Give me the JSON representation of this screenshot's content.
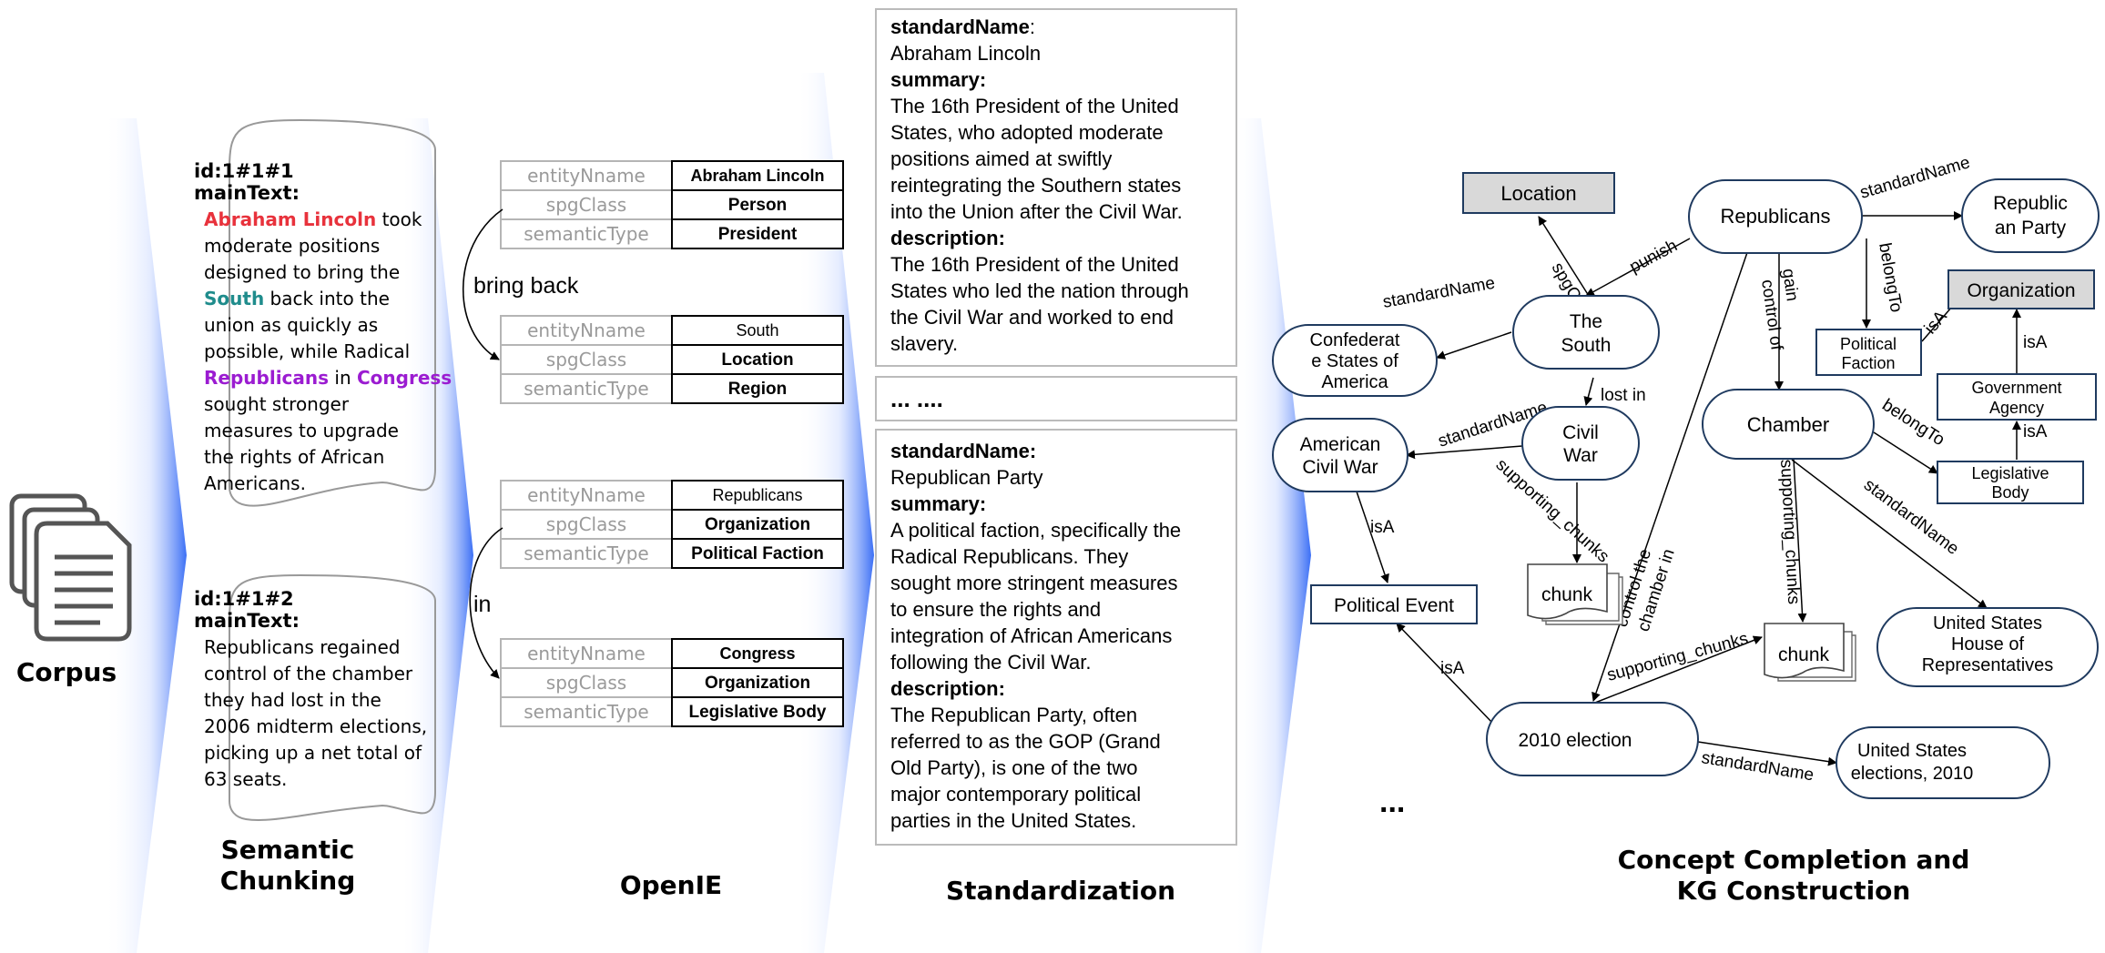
{
  "colors": {
    "accent_red": "#e8323c",
    "accent_teal": "#1f8c8c",
    "accent_purple": "#9b1cd1",
    "grey_label": "#9a9a9a",
    "box_fill_grey": "#d9d9d9",
    "stage_blue": "#3b6ff5"
  },
  "stages": {
    "corpus": "Corpus",
    "chunking_line1": "Semantic",
    "chunking_line2": "Chunking",
    "openie": "OpenIE",
    "standardization": "Standardization",
    "kg_line1": "Concept Completion and",
    "kg_line2": "KG Construction"
  },
  "chunks": [
    {
      "id": "id:1#1#1",
      "main_label": "mainText:",
      "lines": [
        [
          {
            "t": "Abraham Lincoln",
            "c": "red"
          },
          {
            "t": " took",
            "c": "black"
          }
        ],
        [
          {
            "t": "moderate positions",
            "c": "black"
          }
        ],
        [
          {
            "t": "designed to bring the",
            "c": "black"
          }
        ],
        [
          {
            "t": "South",
            "c": "teal"
          },
          {
            "t": " back into the",
            "c": "black"
          }
        ],
        [
          {
            "t": "union as quickly as",
            "c": "black"
          }
        ],
        [
          {
            "t": "possible, while Radical",
            "c": "black"
          }
        ],
        [
          {
            "t": "Republicans",
            "c": "purple"
          },
          {
            "t": " in ",
            "c": "black"
          },
          {
            "t": "Congress",
            "c": "purple"
          }
        ],
        [
          {
            "t": "sought stronger",
            "c": "black"
          }
        ],
        [
          {
            "t": "measures to upgrade",
            "c": "black"
          }
        ],
        [
          {
            "t": "the rights of African",
            "c": "black"
          }
        ],
        [
          {
            "t": "Americans.",
            "c": "black"
          }
        ]
      ]
    },
    {
      "id": "id:1#1#2",
      "main_label": "mainText:",
      "lines": [
        [
          {
            "t": "Republicans regained",
            "c": "black"
          }
        ],
        [
          {
            "t": "control of the chamber",
            "c": "black"
          }
        ],
        [
          {
            "t": "they had lost in the",
            "c": "black"
          }
        ],
        [
          {
            "t": "2006 midterm elections,",
            "c": "black"
          }
        ],
        [
          {
            "t": "picking up a net total of",
            "c": "black"
          }
        ],
        [
          {
            "t": "63 seats.",
            "c": "black"
          }
        ]
      ]
    }
  ],
  "openie": {
    "row_labels": [
      "entityNname",
      "spgClass",
      "semanticType"
    ],
    "entities": [
      {
        "entityName": "Abraham Lincoln",
        "spgClass": "Person",
        "semanticType": "President",
        "name_bold": true
      },
      {
        "entityName": "South",
        "spgClass": "Location",
        "semanticType": "Region",
        "name_bold": false
      },
      {
        "entityName": "Republicans",
        "spgClass": "Organization",
        "semanticType": "Political Faction",
        "name_bold": false
      },
      {
        "entityName": "Congress",
        "spgClass": "Organization",
        "semanticType": "Legislative Body",
        "name_bold": true
      }
    ],
    "relations": [
      "bring back",
      "in"
    ]
  },
  "standardization": {
    "card1": {
      "sn_label": "standardName",
      "sn_value": "Abraham Lincoln",
      "summary_label": "summary:",
      "summary_lines": [
        "The 16th President of the United",
        "States, who adopted moderate",
        "positions aimed at swiftly",
        "reintegrating the Southern states",
        "into the Union after the Civil War."
      ],
      "desc_label": "description:",
      "desc_lines": [
        "The 16th President of the United",
        "States who led the nation through",
        "the Civil War and worked to end",
        "slavery."
      ]
    },
    "ellipsis": "... ....",
    "card2": {
      "sn_label": "standardName:",
      "sn_value": "Republican Party",
      "summary_label": "summary:",
      "summary_lines": [
        "A political faction, specifically the",
        "Radical Republicans. They",
        "sought more stringent measures",
        "to ensure the rights and",
        "integration of African Americans",
        "following the Civil War."
      ],
      "desc_label": "description:",
      "desc_lines": [
        "The Republican Party, often",
        "referred to as the GOP (Grand",
        "Old Party), is one of the two",
        "major contemporary political",
        "parties in the United States."
      ]
    }
  },
  "kg": {
    "nodes": {
      "location": "Location",
      "republicans": "Republicans",
      "republican_party": [
        "Republic",
        "an Party"
      ],
      "organization": "Organization",
      "the_south": [
        "The",
        "South"
      ],
      "confederate": [
        "Confederat",
        "e States of",
        "America"
      ],
      "political_faction": [
        "Political",
        "Faction"
      ],
      "government_agency": [
        "Government",
        "Agency"
      ],
      "civil_war": [
        "Civil",
        "War"
      ],
      "american_civil_war": [
        "American",
        "Civil War"
      ],
      "chamber": "Chamber",
      "legislative_body": [
        "Legislative",
        "Body"
      ],
      "chunk": "chunk",
      "political_event": "Political Event",
      "us_house": [
        "United States",
        "House of",
        "Representatives"
      ],
      "election_2010": "2010 election",
      "us_elections_2010": [
        "United States",
        "elections, 2010"
      ]
    },
    "edges": {
      "standardName": "standardName",
      "belongTo": "belongTo",
      "isA": "isA",
      "spgClass": "spgClass",
      "punish": "punish",
      "gain_control_of": [
        "gain",
        "control of"
      ],
      "lost_in": "lost in",
      "supporting_chunks": "supporting_chunks",
      "control_the_chamber_in": [
        "control the",
        "chamber in"
      ]
    },
    "ellipsis": "..."
  }
}
